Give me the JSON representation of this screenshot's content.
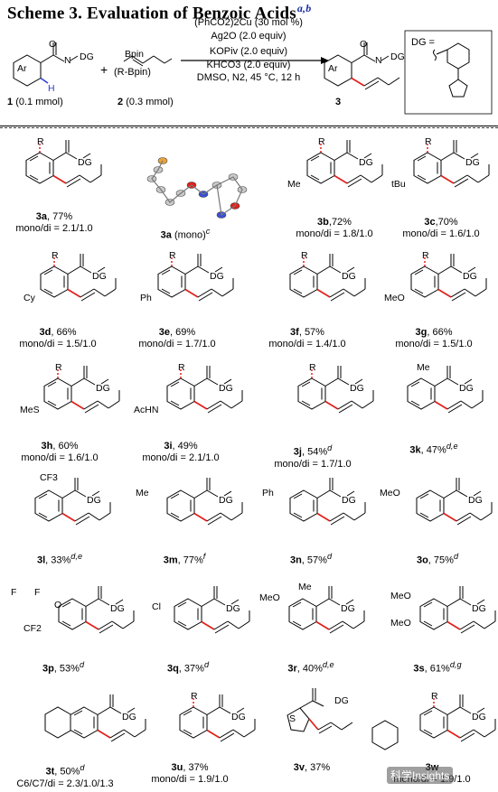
{
  "title": {
    "text": "Scheme 3. Evaluation of Benzoic Acids",
    "footnotes": "a,b"
  },
  "reaction": {
    "reagent1_label": "1",
    "reagent1_amount": "(0.1 mmol)",
    "reagent2_label": "2",
    "reagent2_amount": "(0.3 mmol)",
    "reagent2_name": "(R-Bpin)",
    "product_label": "3",
    "plus": "+",
    "conditions": [
      "(PhCO2)2Cu (30 mol %)",
      "Ag2O (2.0 equiv)",
      "KOPiv (2.0 equiv)",
      "KHCO3 (2.0 equiv)",
      "DMSO, N2, 45 °C, 12 h"
    ],
    "dg_label": "DG ="
  },
  "structure_text": {
    "ar": "Ar",
    "h": "H",
    "bpin": "Bpin",
    "o": "O",
    "n": "N",
    "dg": "DG",
    "r": "R",
    "me": "Me",
    "tbu": "tBu",
    "cy": "Cy",
    "ph": "Ph",
    "meo": "MeO",
    "mes": "MeS",
    "achn": "AcHN",
    "cf3": "CF3",
    "cl": "Cl",
    "s": "S",
    "f": "F",
    "cf2": "CF2"
  },
  "compounds": [
    {
      "id": "3a",
      "yield": "77%",
      "ratio": "mono/di = 2.1/1.0"
    },
    {
      "id": "3a",
      "note": "(mono)",
      "sup": "c"
    },
    {
      "id": "3b",
      "yield": "72%",
      "ratio": "mono/di = 1.8/1.0"
    },
    {
      "id": "3c",
      "yield": "70%",
      "ratio": "mono/di = 1.6/1.0"
    },
    {
      "id": "3d",
      "yield": "66%",
      "ratio": "mono/di = 1.5/1.0"
    },
    {
      "id": "3e",
      "yield": "69%",
      "ratio": "mono/di = 1.7/1.0"
    },
    {
      "id": "3f",
      "yield": "57%",
      "ratio": "mono/di = 1.4/1.0"
    },
    {
      "id": "3g",
      "yield": "66%",
      "ratio": "mono/di = 1.5/1.0"
    },
    {
      "id": "3h",
      "yield": "60%",
      "ratio": "mono/di = 1.6/1.0"
    },
    {
      "id": "3i",
      "yield": "49%",
      "ratio": "mono/di = 2.1/1.0"
    },
    {
      "id": "3j",
      "yield": "54%",
      "sup": "d",
      "ratio": "mono/di = 1.7/1.0"
    },
    {
      "id": "3k",
      "yield": "47%",
      "sup": "d,e"
    },
    {
      "id": "3l",
      "yield": "33%",
      "sup": "d,e"
    },
    {
      "id": "3m",
      "yield": "77%",
      "sup": "f"
    },
    {
      "id": "3n",
      "yield": "57%",
      "sup": "d"
    },
    {
      "id": "3o",
      "yield": "75%",
      "sup": "d"
    },
    {
      "id": "3p",
      "yield": "53%",
      "sup": "d"
    },
    {
      "id": "3q",
      "yield": "37%",
      "sup": "d"
    },
    {
      "id": "3r",
      "yield": "40%",
      "sup": "d,e"
    },
    {
      "id": "3s",
      "yield": "61%",
      "sup": "d,g"
    },
    {
      "id": "3t",
      "yield": "50%",
      "sup": "d",
      "ratio": "C6/C7/di = 2.3/1.0/1.3"
    },
    {
      "id": "3u",
      "yield": "37%",
      "ratio": "mono/di = 1.9/1.0"
    },
    {
      "id": "3v",
      "yield": "37%"
    },
    {
      "id": "3w",
      "yield": "",
      "ratio": "mono/di = 1.9/1.0"
    }
  ],
  "watermark": "科学Insights",
  "colors": {
    "new_bond": "#e0201b",
    "ortho_h": "#2b3fd6",
    "footnote": "#1a2ea8"
  }
}
